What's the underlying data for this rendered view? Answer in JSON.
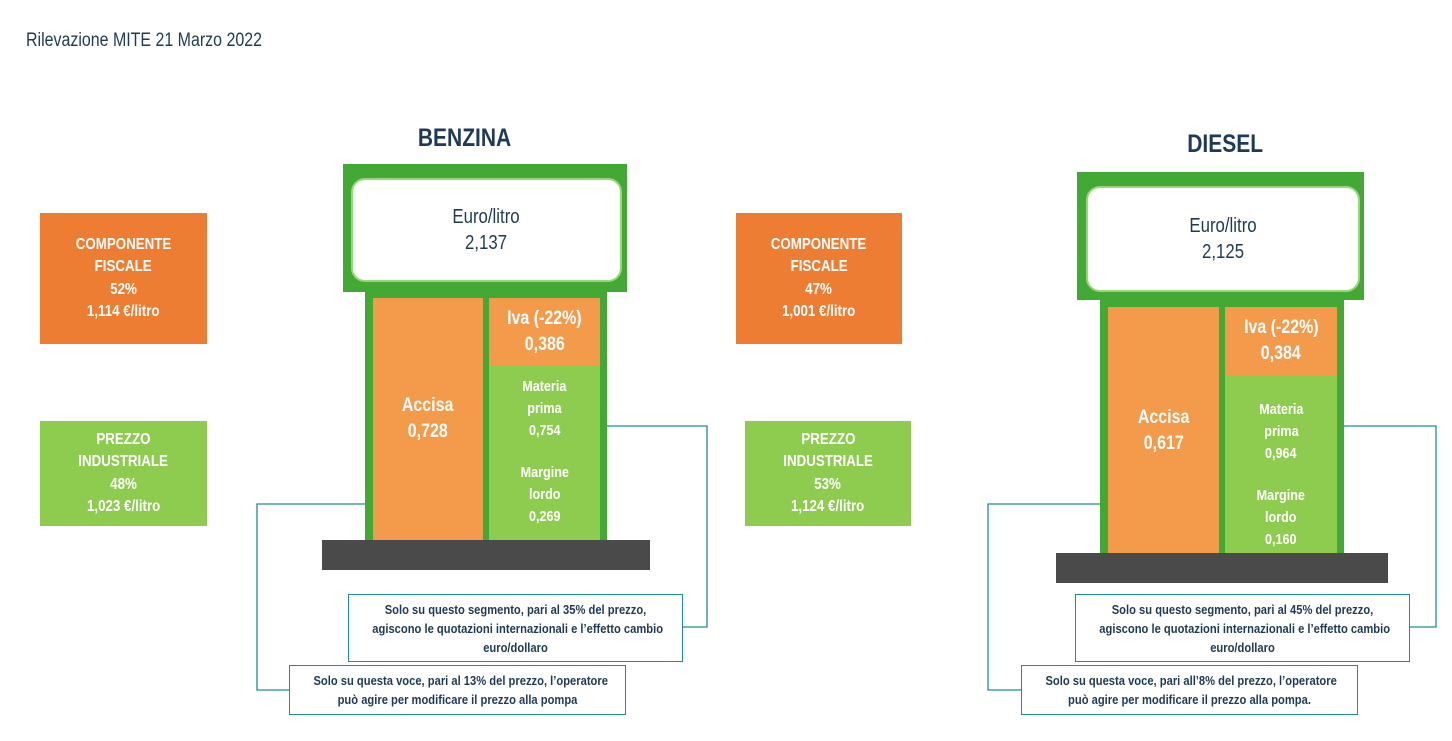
{
  "header": {
    "title": "Rilevazione MITE 21 Marzo 2022"
  },
  "benzina": {
    "title": "BENZINA",
    "screen": {
      "unit": "Euro/litro",
      "price": "2,137"
    },
    "accisa": {
      "label": "Accisa",
      "value": "0,728"
    },
    "iva": {
      "label": "Iva (-22%)",
      "value": "0,386"
    },
    "materia": {
      "line1": "Materia",
      "line2": "prima",
      "value": "0,754"
    },
    "margine": {
      "line1": "Margine",
      "line2": "lordo",
      "value": "0,269"
    },
    "fiscale": {
      "line1": "COMPONENTE",
      "line2": "FISCALE",
      "pct": "52%",
      "amount": "1,114 €/litro"
    },
    "industriale": {
      "line1": "PREZZO",
      "line2": "INDUSTRIALE",
      "pct": "48%",
      "amount": "1,023 €/litro"
    },
    "note_materia": {
      "line1": "Solo su questo segmento, pari al 35% del prezzo,",
      "line2": "agiscono le quotazioni internazionali e l’effetto cambio",
      "line3": "euro/dollaro"
    },
    "note_margine": {
      "line1": "Solo su questa voce, pari al 13% del prezzo, l’operatore",
      "line2": "può agire per modificare il prezzo alla pompa"
    }
  },
  "diesel": {
    "title": "DIESEL",
    "screen": {
      "unit": "Euro/litro",
      "price": "2,125"
    },
    "accisa": {
      "label": "Accisa",
      "value": "0,617"
    },
    "iva": {
      "label": "Iva (-22%)",
      "value": "0,384"
    },
    "materia": {
      "line1": "Materia",
      "line2": "prima",
      "value": "0,964"
    },
    "margine": {
      "line1": "Margine",
      "line2": "lordo",
      "value": "0,160"
    },
    "fiscale": {
      "line1": "COMPONENTE",
      "line2": "FISCALE",
      "pct": "47%",
      "amount": "1,001 €/litro"
    },
    "industriale": {
      "line1": "PREZZO",
      "line2": "INDUSTRIALE",
      "pct": "53%",
      "amount": "1,124 €/litro"
    },
    "note_materia": {
      "line1": "Solo su questo segmento, pari al 45% del prezzo,",
      "line2": "agiscono le quotazioni internazionali e l’effetto cambio",
      "line3": "euro/dollaro"
    },
    "note_margine": {
      "line1": "Solo su questa voce, pari all’8% del prezzo, l’operatore",
      "line2": "può agire per modificare il prezzo alla pompa."
    }
  },
  "colors": {
    "fiscal_orange": "#ee7d34",
    "segment_orange": "#f39a4b",
    "industrial_green": "#8dcc4e",
    "pump_green": "#41a934",
    "connector_teal": "#1c8d9a",
    "title_navy": "#1f3a57",
    "base_gray": "#4a4a4a"
  }
}
